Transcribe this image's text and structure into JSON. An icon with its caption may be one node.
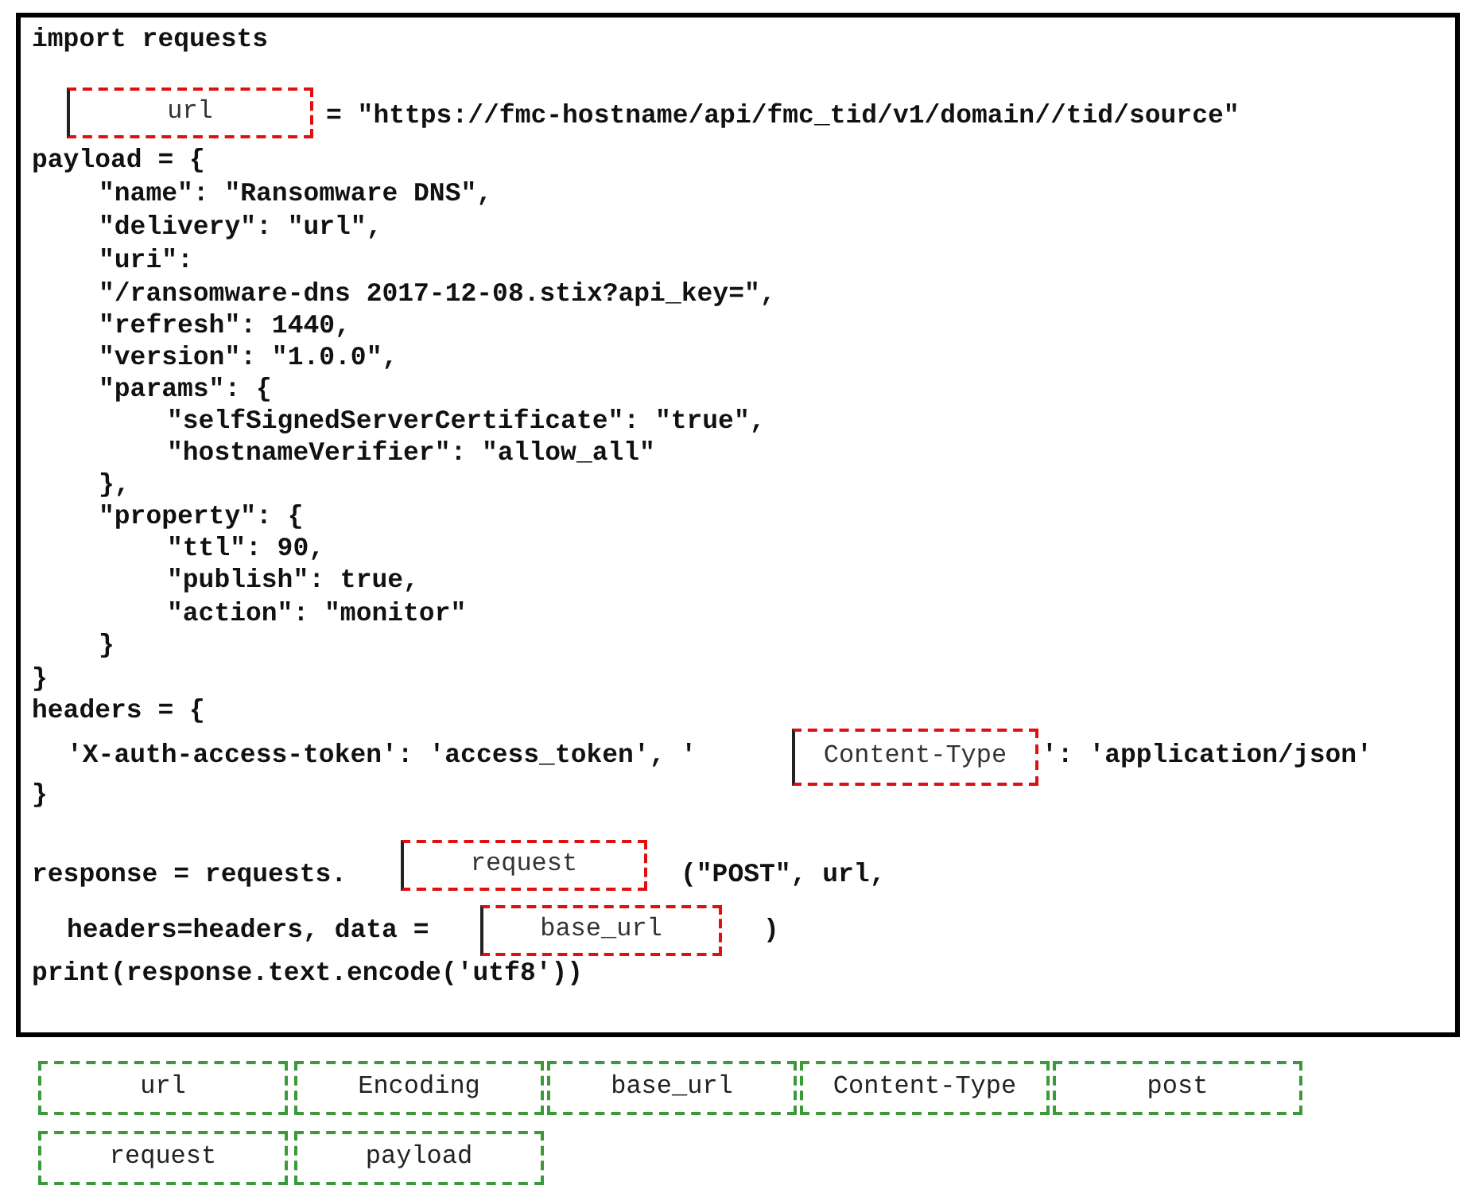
{
  "diagram": {
    "nodes": [
      {
        "text": [
          "url"
        ]
      },
      {
        "text": [
          "Content-Type"
        ]
      },
      {
        "text": [
          "request"
        ]
      },
      {
        "text": [
          "base_url"
        ]
      },
      {
        "text": [
          "url"
        ]
      },
      {
        "text": [
          "Encoding"
        ]
      },
      {
        "text": [
          "base_url"
        ]
      },
      {
        "text": [
          "Content-Type"
        ]
      },
      {
        "text": [
          "post"
        ]
      },
      {
        "text": [
          "request"
        ]
      },
      {
        "text": [
          "payload"
        ]
      }
    ],
    "labels": [
      "import requests",
      "= \"https://fmc-hostname/api/fmc_tid/v1/domain//tid/source\"",
      "payload = {",
      "\"name\": \"Ransomware DNS\",",
      "\"delivery\": \"url\",",
      "\"uri\":",
      "\"/ransomware-dns 2017-12-08.stix?api_key=\",",
      "\"refresh\": 1440,",
      "\"version\": \"1.0.0\",",
      "\"params\": {",
      "\"selfSignedServerCertificate\": \"true\",",
      "\"hostnameVerifier\": \"allow_all\"",
      "},",
      "\"property\": {",
      "\"ttl\": 90,",
      "\"publish\": true,",
      "\"action\": \"monitor\"",
      "}",
      "}",
      "headers = {",
      "'X-auth-access-token': 'access_token', '",
      "': 'application/json'",
      "}",
      "response = requests.",
      "(\"POST\", url,",
      "headers=headers, data =",
      ")",
      "print(response.text.encode('utf8'))"
    ]
  }
}
